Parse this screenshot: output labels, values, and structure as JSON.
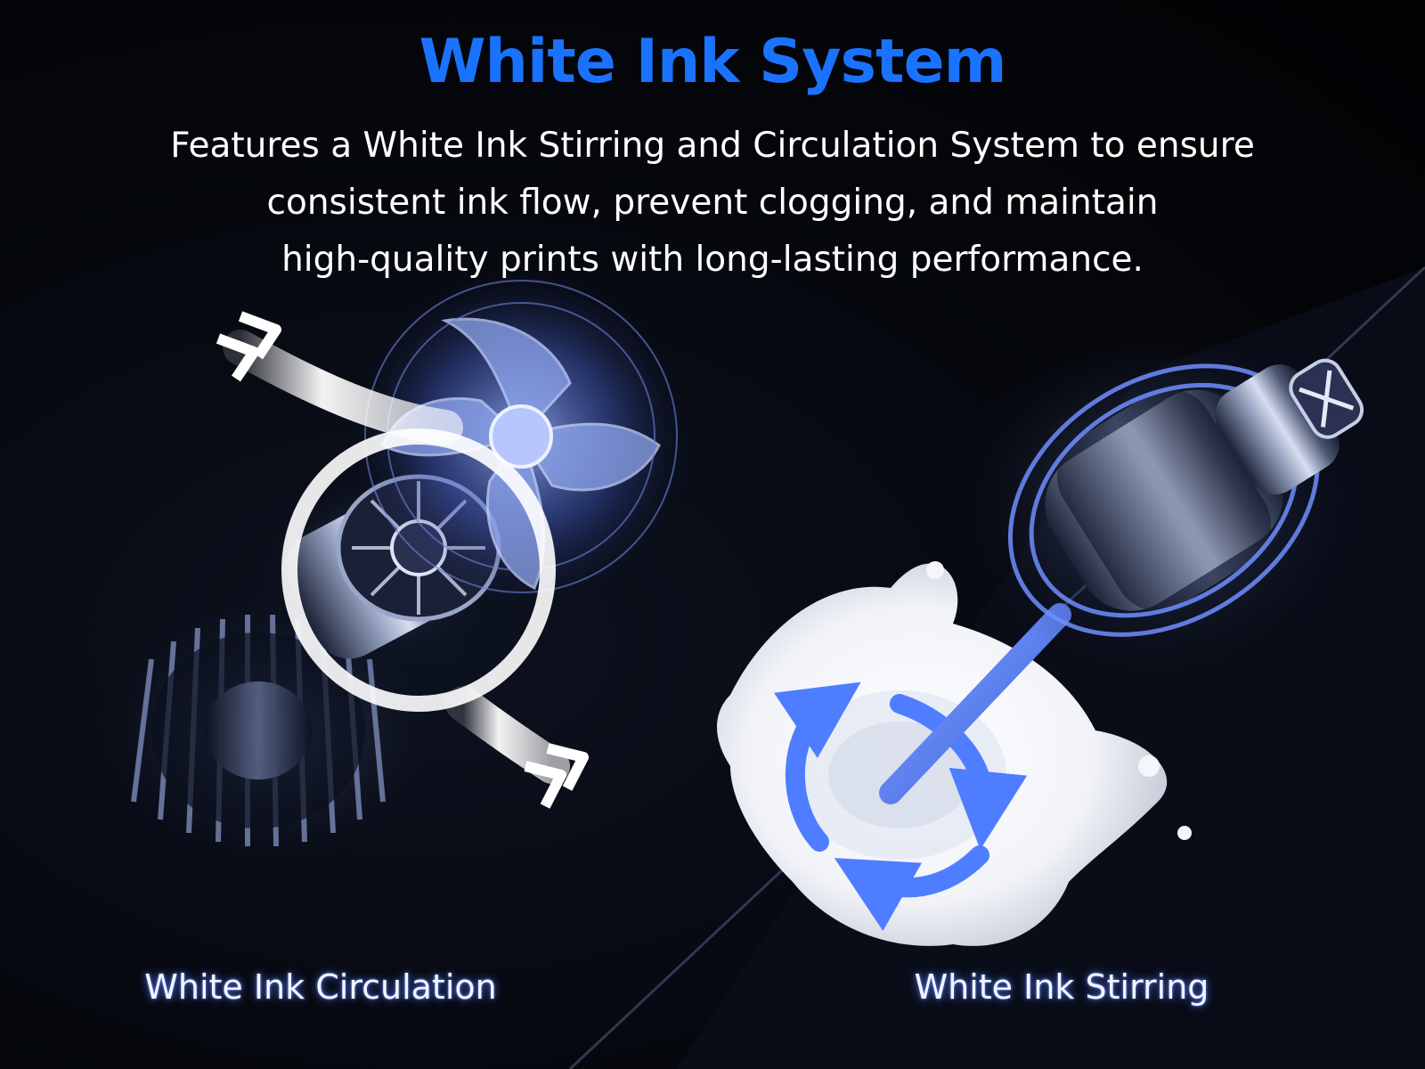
{
  "page": {
    "headline": "White Ink System",
    "description": [
      "Features a White Ink Stirring and Circulation System to ensure",
      "consistent ink flow, prevent clogging, and maintain",
      "high-quality prints with long-lasting performance."
    ],
    "captions": {
      "circulation": "White Ink Circulation",
      "stirring": "White Ink Stirring"
    }
  },
  "colors": {
    "accent": "#1a73ff",
    "background": "#05070c",
    "text": "#ffffff",
    "glow": "#3f6bff"
  },
  "icons": {
    "circulation": [
      "fan-icon",
      "motor-icon",
      "heatsink-icon",
      "circulation-loop-arrow-icon",
      "chevron-in-icon",
      "chevron-out-icon"
    ],
    "stirring": [
      "stirrer-motor-icon",
      "ink-splash-icon",
      "rotation-arrows-icon"
    ]
  }
}
